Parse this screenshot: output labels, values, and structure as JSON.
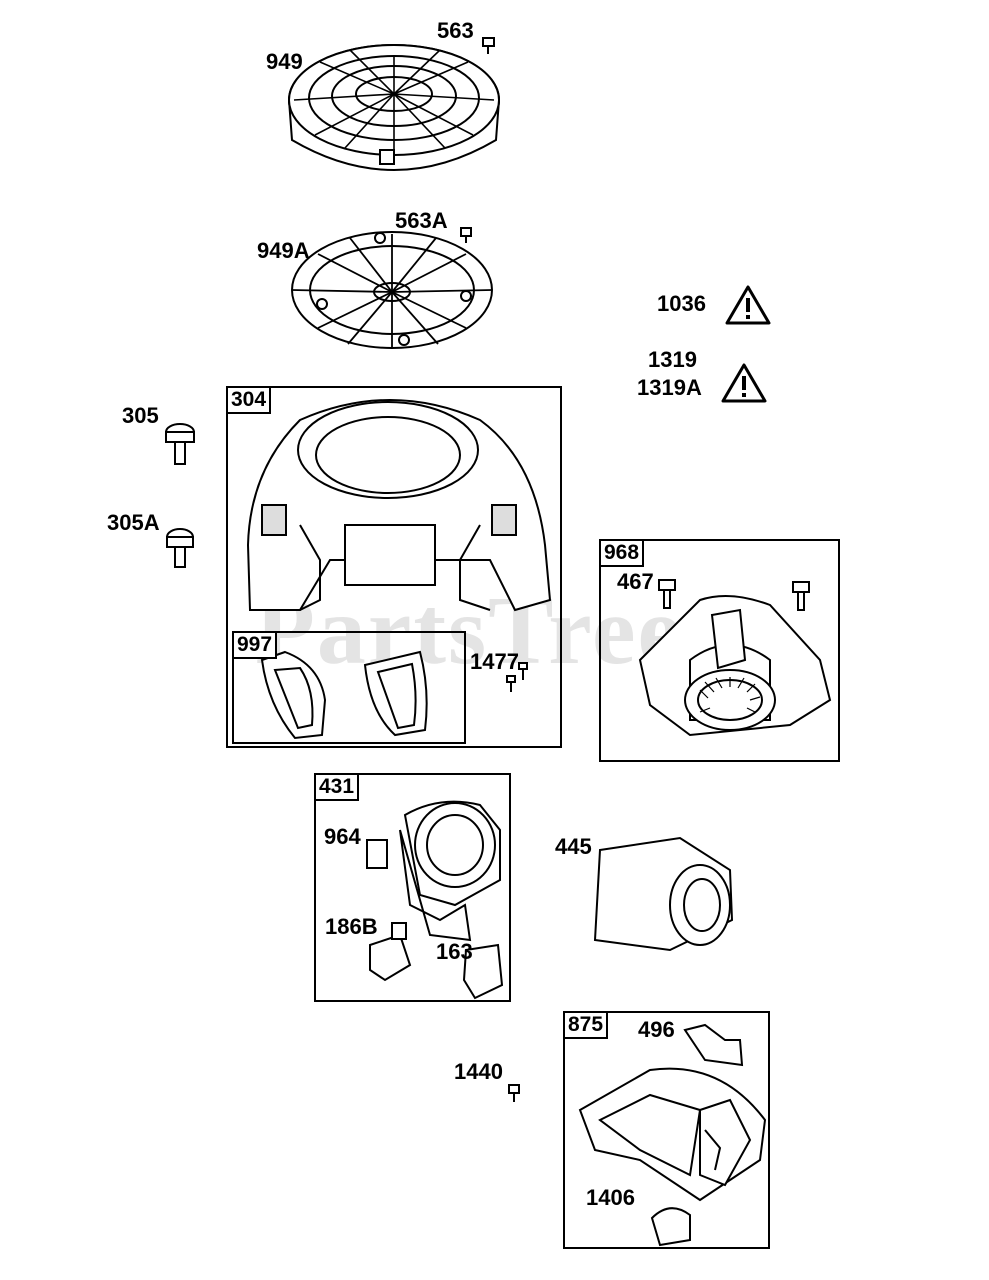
{
  "watermark": {
    "text": "PartsTree",
    "trademark": "TM"
  },
  "labels": {
    "p563": "563",
    "p949": "949",
    "p563A": "563A",
    "p949A": "949A",
    "p1036": "1036",
    "p1319": "1319",
    "p1319A": "1319A",
    "p305": "305",
    "p305A": "305A",
    "p467": "467",
    "p1477": "1477",
    "p964": "964",
    "p186B": "186B",
    "p163": "163",
    "p445": "445",
    "p496": "496",
    "p1440": "1440",
    "p1406": "1406"
  },
  "boxes": {
    "b304": "304",
    "b997": "997",
    "b968": "968",
    "b431": "431",
    "b875": "875"
  },
  "colors": {
    "line": "#000000",
    "part_fill": "#ffffff",
    "shade": "#cfcfcf",
    "watermark": "#e4e4e4"
  },
  "icons": [
    "warning-triangle-icon",
    "bolt-icon",
    "screen-grille-icon",
    "fan-guard-icon",
    "blower-housing-icon"
  ]
}
